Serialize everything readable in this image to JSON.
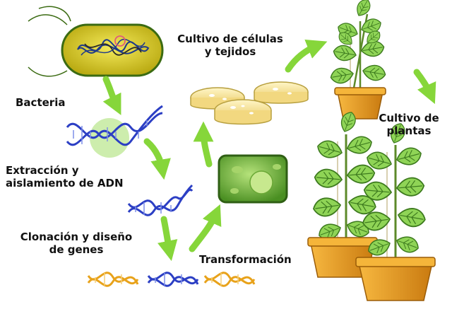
{
  "labels": {
    "bacteria": "Bacteria",
    "extraction_line1": "Extracción y",
    "extraction_line2": "aislamiento de ADN",
    "cloning_line1": "Clonación y diseño",
    "cloning_line2": "de genes",
    "transformation": "Transformación",
    "culture_cells_line1": "Cultivo de células",
    "culture_cells_line2": "y tejidos",
    "culture_plants_line1": "Cultivo de",
    "culture_plants_line2": "plantas"
  },
  "colors": {
    "arrow": "#86d63a",
    "arrow_dark": "#4f9a1c",
    "dna_blue": "#2c3fc4",
    "dna_gold": "#e8a21a",
    "bacterium_body": "#d8c818",
    "bacterium_outline": "#3b6b12",
    "dish": "#f2d880",
    "cell_green": "#5aa82c",
    "leaf": "#7cc44a",
    "leaf_dark": "#3d7a1e",
    "pot": "#e89a1e"
  },
  "icons": [
    "bacterium",
    "dna-helix",
    "petri-dish",
    "plant-cell",
    "potted-plant",
    "cycle-arrow"
  ]
}
